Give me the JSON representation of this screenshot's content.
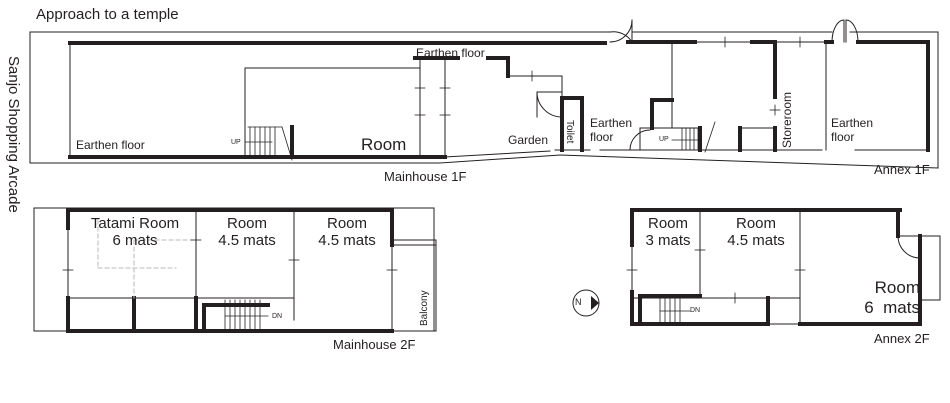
{
  "approach": "Approach to a temple",
  "street": "Sanjo Shopping Arcade",
  "mainhouse_1f": {
    "caption": "Mainhouse 1F",
    "earthen_floor_front": "Earthen floor",
    "earthen_floor_mid": "Earthen floor",
    "room": "Room",
    "garden": "Garden",
    "toilet": "Toilet",
    "stair": "UP"
  },
  "annex_1f": {
    "caption": "Annex 1F",
    "earthen_floor_entry": "Earthen\nfloor",
    "storeroom": "Storeroom",
    "earthen_floor_back": "Earthen\nfloor",
    "stair": "UP"
  },
  "mainhouse_2f": {
    "caption": "Mainhouse 2F",
    "tatami_room": "Tatami Room\n6 mats",
    "room_a": "Room\n4.5 mats",
    "room_b": "Room\n4.5 mats",
    "balcony": "Balcony",
    "stair": "DN"
  },
  "annex_2f": {
    "caption": "Annex 2F",
    "room_a": "Room\n3 mats",
    "room_b": "Room\n4.5 mats",
    "room_c": "Room\n6  mats",
    "stair": "DN"
  },
  "north": "N",
  "colors": {
    "ink": "#231f20",
    "dashed": "#b9b9b9",
    "paper": "#ffffff"
  }
}
